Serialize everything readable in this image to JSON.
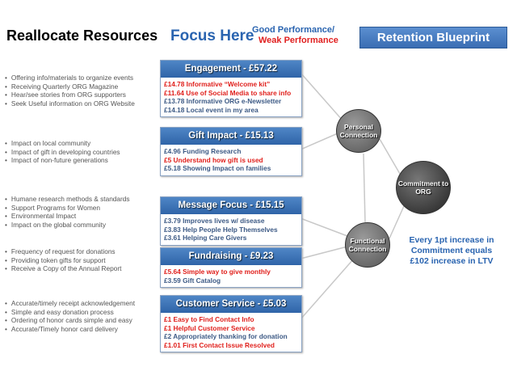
{
  "title": "Reallocate Resources",
  "focus": "Focus Here",
  "legend": {
    "good": "Good Performance/",
    "weak": "Weak Performance"
  },
  "blueprint_button": "Retention Blueprint",
  "groups": [
    {
      "bullets": [
        "Offering info/materials to organize events",
        "Receiving Quarterly ORG Magazine",
        "Hear/see stories from ORG supporters",
        "Seek Useful information on ORG Website"
      ],
      "header": "Engagement - £57.22",
      "items": [
        {
          "t": "£14.78  Informative “Welcome kit”",
          "c": "r"
        },
        {
          "t": "£11.64  Use of Social Media to share info",
          "c": "r"
        },
        {
          "t": "£13.78  Informative ORG e-Newsletter",
          "c": "u"
        },
        {
          "t": "£14.18  Local event in my area",
          "c": "u"
        }
      ]
    },
    {
      "bullets": [
        "Impact on local community",
        "Impact of gift in developing countries",
        "Impact of non-future generations"
      ],
      "header": "Gift Impact - £15.13",
      "items": [
        {
          "t": "£4.96 Funding Research",
          "c": "u"
        },
        {
          "t": "£5 Understand how gift is used",
          "c": "r"
        },
        {
          "t": "£5.18 Showing Impact on families",
          "c": "u"
        }
      ]
    },
    {
      "bullets": [
        "Humane research methods & standards",
        "Support Programs for Women",
        "Environmental Impact",
        "Impact on the global community"
      ],
      "header": "Message Focus - £15.15",
      "items": [
        {
          "t": "£3.79 Improves lives w/ disease",
          "c": "u"
        },
        {
          "t": "£3.83 Help People Help Themselves",
          "c": "u"
        },
        {
          "t": "£3.61 Helping Care Givers",
          "c": "u"
        }
      ]
    },
    {
      "bullets": [
        "Frequency of request for donations",
        "Providing token gifts for support",
        "Receive a Copy of the Annual Report"
      ],
      "header": "Fundraising - £9.23",
      "items": [
        {
          "t": "£5.64  Simple way to give monthly",
          "c": "r"
        },
        {
          "t": "£3.59 Gift Catalog",
          "c": "u"
        }
      ]
    },
    {
      "bullets": [
        "Accurate/timely receipt acknowledgement",
        "Simple and easy donation process",
        "Ordering of honor cards simple and easy",
        "Accurate/Timely  honor card delivery"
      ],
      "header": "Customer Service - £5.03",
      "items": [
        {
          "t": "£1 Easy to Find Contact Info",
          "c": "r"
        },
        {
          "t": "£1 Helpful Customer Service",
          "c": "r"
        },
        {
          "t": "£2 Appropriately thanking for donation",
          "c": "u"
        },
        {
          "t": "£1.01 First Contact Issue Resolved",
          "c": "r"
        }
      ]
    }
  ],
  "nodes": {
    "personal": "Personal Connection",
    "commitment": "Commitment to ORG",
    "functional": "Functional Connection"
  },
  "insight": "Every 1pt increase in Commitment equals £102 increase in LTV",
  "colors": {
    "good": "#2a64b0",
    "weak": "#e0201c"
  }
}
